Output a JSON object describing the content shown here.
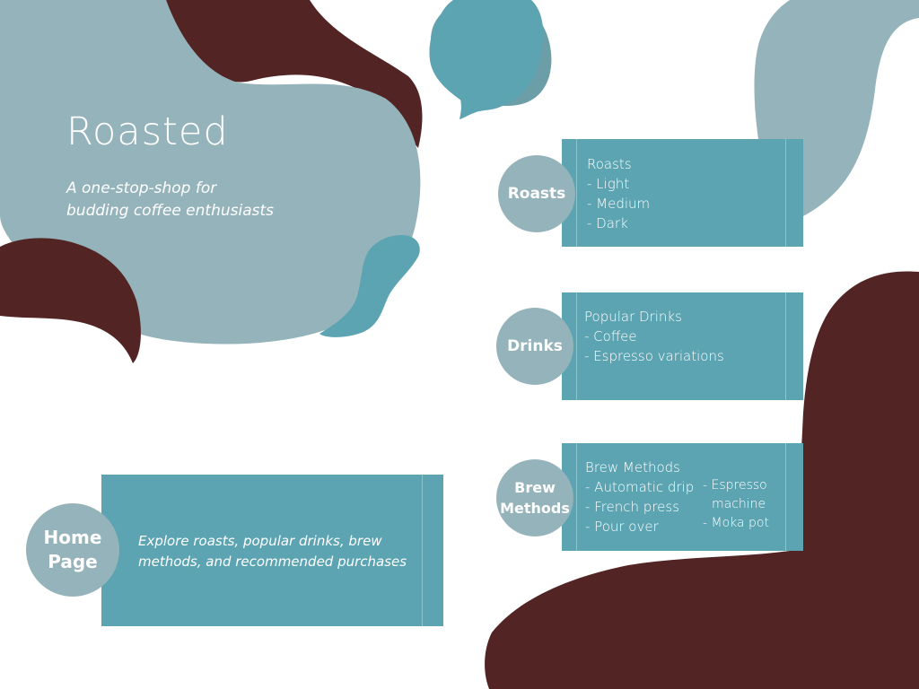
{
  "title": "Roasted",
  "tagline": {
    "line1": "A one-stop-shop for",
    "line2": "budding coffee enthusiasts"
  },
  "colors": {
    "maroon": "#522424",
    "slate": "#95b3ba",
    "teal": "#5ca4b2",
    "white": "#ffffff"
  },
  "home": {
    "label_line1": "Home",
    "label_line2": "Page",
    "description_line1": "Explore roasts, popular drinks, brew",
    "description_line2": "methods, and recommended purchases"
  },
  "roasts": {
    "badge": "Roasts",
    "heading": "Roasts",
    "items": [
      "- Light",
      "- Medium",
      "- Dark"
    ]
  },
  "drinks": {
    "badge": "Drinks",
    "heading": "Popular Drinks",
    "items": [
      "- Coffee",
      "- Espresso variations"
    ]
  },
  "brew": {
    "badge_line1": "Brew",
    "badge_line2": "Methods",
    "heading": "Brew Methods",
    "items": [
      "- Automatic drip",
      "- French press",
      "- Pour over"
    ],
    "extra_items": [
      "- Espresso",
      "machine",
      "- Moka pot"
    ]
  }
}
